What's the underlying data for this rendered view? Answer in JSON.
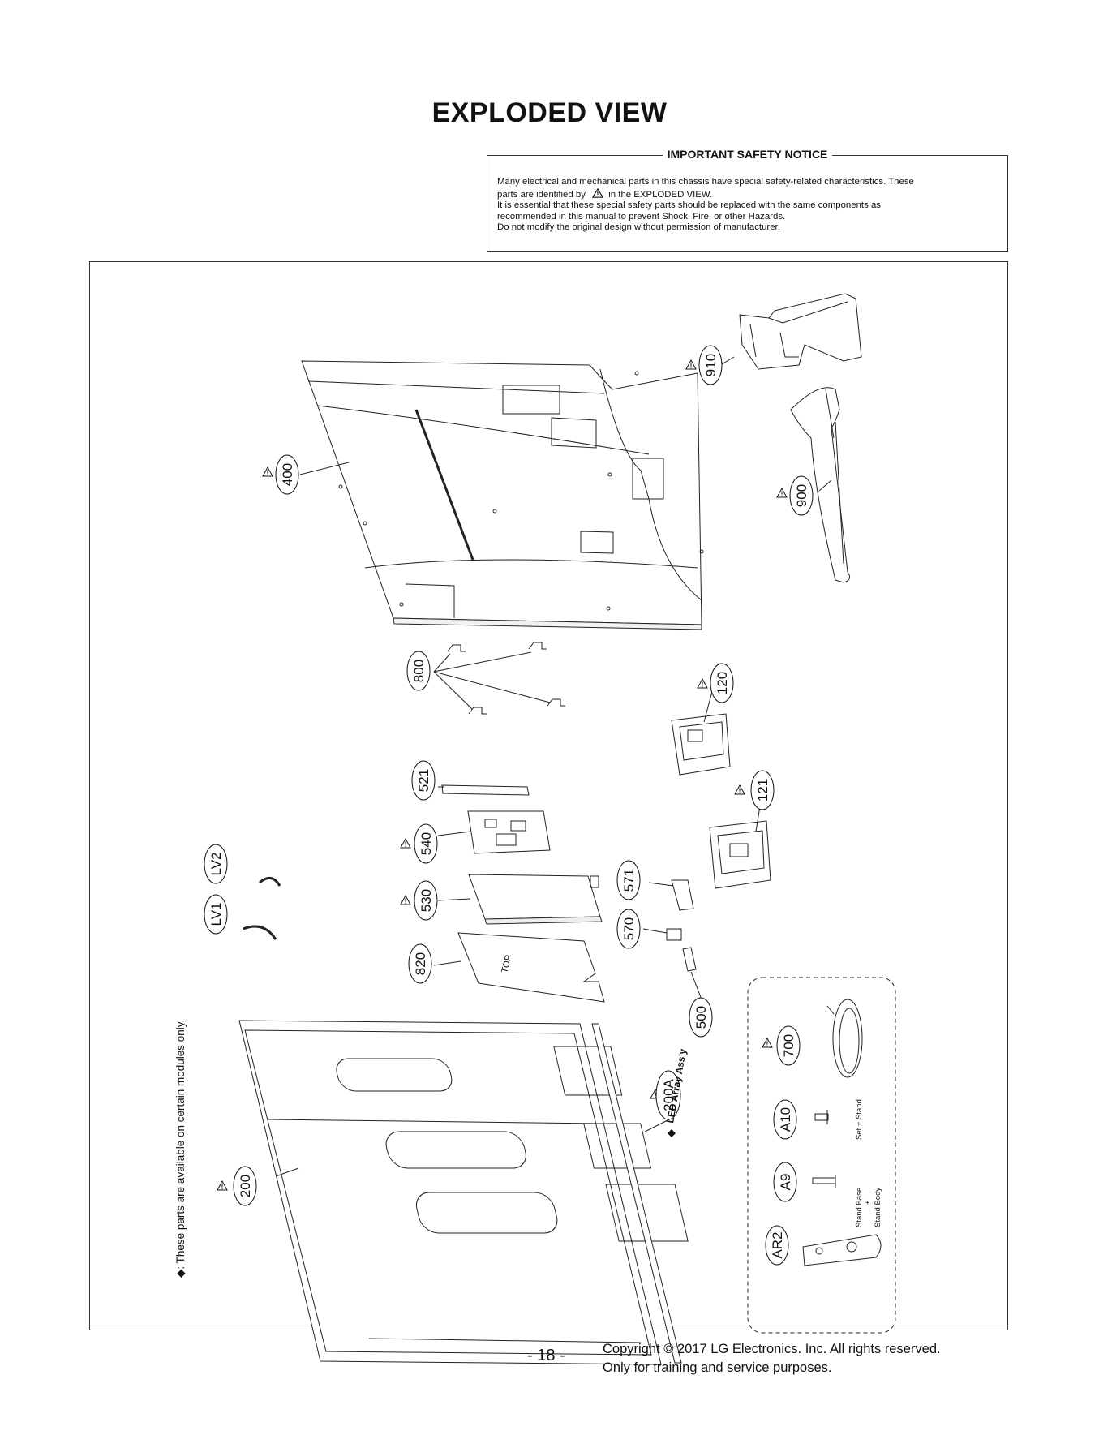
{
  "page": {
    "title": "EXPLODED VIEW",
    "page_number": "- 18 -",
    "copyright_line1": "Copyright  © 2017  LG Electronics. Inc. All rights reserved.",
    "copyright_line2": "Only for training and service purposes."
  },
  "notice": {
    "heading": "IMPORTANT SAFETY NOTICE",
    "line1": "Many electrical and mechanical parts in this chassis have special safety-related characteristics. These",
    "line2a": "parts are identified by",
    "line2b": "in the EXPLODED VIEW.",
    "line3": "It is essential that these special safety parts should be replaced with the same components as",
    "line4": "recommended in this manual to prevent Shock, Fire, or other Hazards.",
    "line5": "Do not modify the original design without permission of manufacturer."
  },
  "diagram": {
    "side_note": "◆: These parts are available on certain modules only.",
    "part_labels": {
      "p910": "910",
      "p400": "400",
      "p900": "900",
      "p800": "800",
      "p120": "120",
      "p521": "521",
      "p121": "121",
      "p540": "540",
      "p571": "571",
      "p530": "530",
      "p570": "570",
      "p820": "820",
      "p500": "500",
      "p700": "700",
      "p200A": "200A",
      "pA10": "A10",
      "pA9": "A9",
      "pAR2": "AR2",
      "p200": "200",
      "pLV1": "LV1",
      "pLV2": "LV2"
    },
    "led_array_label": "LED Array Ass'y",
    "set_stand_label": "Set + Stand",
    "stand_base_label": "Stand Base",
    "stand_plus": "+",
    "stand_body_label": "Stand Body",
    "top_marker": "TOP"
  }
}
